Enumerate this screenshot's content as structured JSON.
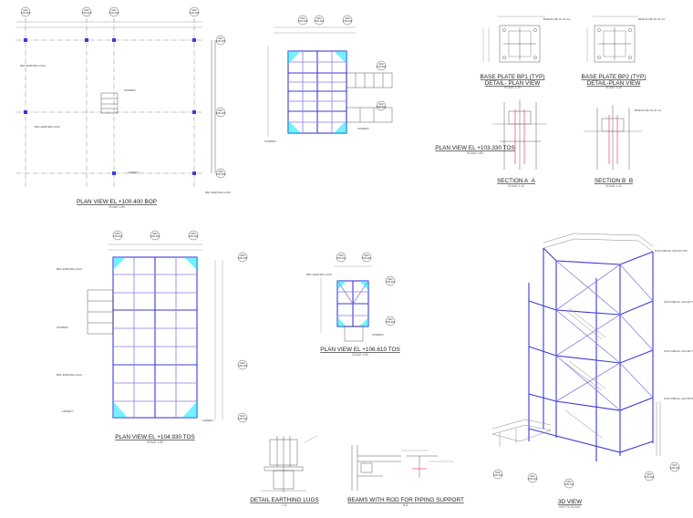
{
  "views": {
    "plan_100_400": {
      "title": "PLAN VIEW EL +100.400 BOP",
      "scale": "SCALE 1:50"
    },
    "plan_103_330": {
      "title": "PLAN VIEW EL +103.330 TOS",
      "scale": "SCALE 1:50"
    },
    "base_plate_bp1": {
      "title_line1": "BASE PLATE BP1 (TYP)",
      "title_line2": "DETAIL- PLAN VIEW",
      "scale": "SCALE 1:10"
    },
    "base_plate_bp2": {
      "title_line1": "BASE PLATE BP2 (TYP)",
      "title_line2": "DETAIL-PLAN VIEW",
      "scale": "SCALE 1:10"
    },
    "section_aa": {
      "title": "SECTION A_A",
      "scale": "SCALE 1:10"
    },
    "section_bb": {
      "title": "SECTION B_B",
      "scale": "SCALE 1:10"
    },
    "plan_104_930": {
      "title": "PLAN VIEW EL +104.930 TOS",
      "scale": "SCALE 1:50"
    },
    "plan_106_610": {
      "title": "PLAN VIEW EL +106.610 TOS",
      "scale": "SCALE 1:50"
    },
    "view_3d": {
      "title": "3D VIEW",
      "scale": "NOT TO SCALE"
    },
    "earthing_lugs": {
      "title": "DETAIL EARTHING LUGS",
      "scale": "1:5"
    },
    "beams_rod": {
      "title": "BEAMS WITH ROD FOR PIPING SUPPORT",
      "scale": "N.S."
    }
  },
  "labels": {
    "grid_ref": "STR-300",
    "grid_tag": "MA2",
    "base_plate_tag": "BASE PLATE TH. 20 mm",
    "ladder_tag": "LADDER 1",
    "stairway_tag": "STAIRWAY",
    "earthing_tag": "BKD. EARTHING LUGS"
  },
  "colors": {
    "beam": "#3b3bd8",
    "member": "#8e7de0",
    "highlight": "#00e5ff",
    "anchor": "#ff3a7a"
  }
}
